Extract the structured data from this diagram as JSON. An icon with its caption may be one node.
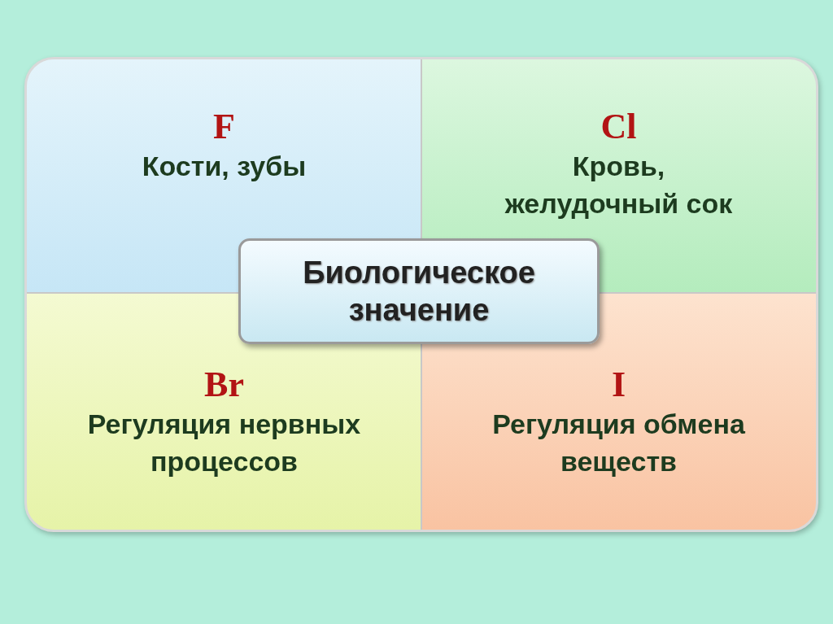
{
  "diagram": {
    "nodes": [
      {
        "text": [
          "F",
          "Кости, зубы"
        ]
      },
      {
        "text": [
          "Cl",
          "Кровь, желудочный сок"
        ]
      },
      {
        "text": [
          "Br",
          "Регуляция нервных процессов"
        ]
      },
      {
        "text": [
          "I",
          "Регуляция обмена веществ"
        ]
      },
      {
        "text": [
          "Биологическое значение"
        ]
      }
    ]
  }
}
